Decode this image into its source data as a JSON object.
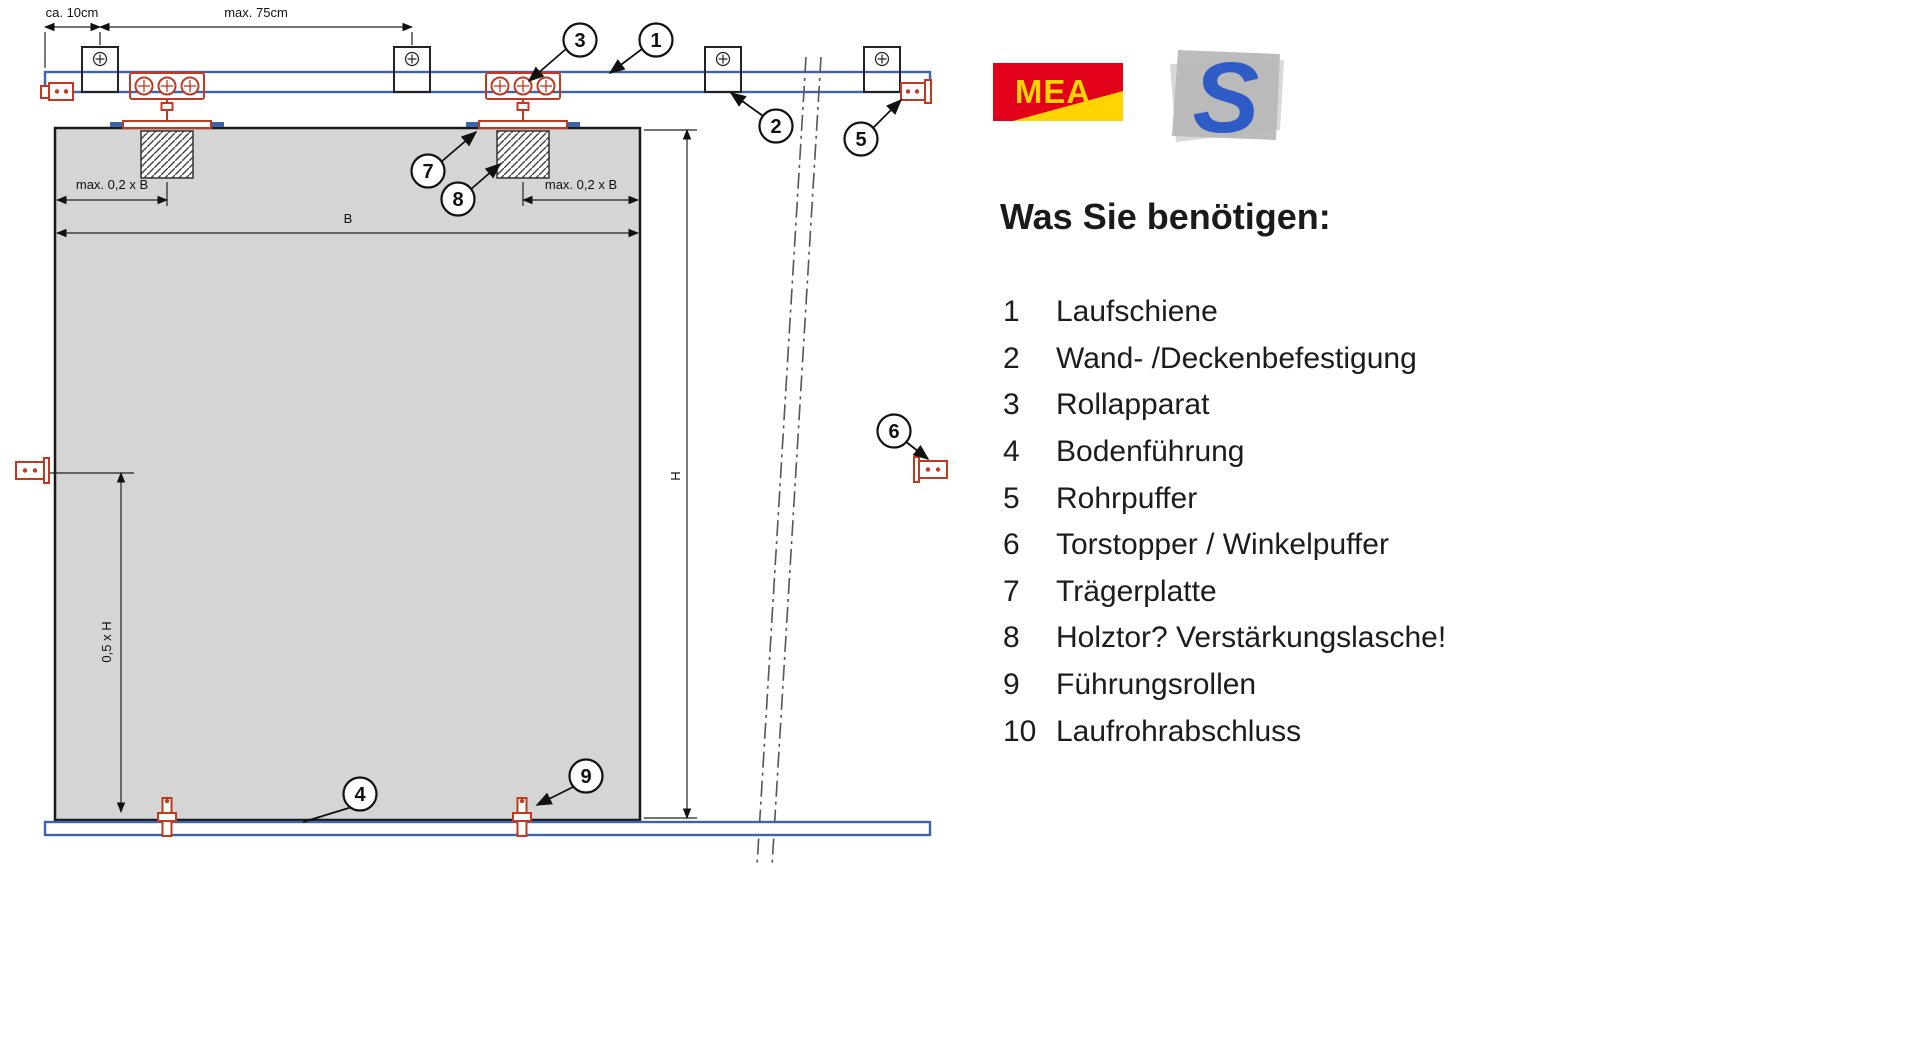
{
  "colors": {
    "rail_blue": "#3f63a8",
    "hardware_red": "#c2391f",
    "door_gray": "#d5d5d5",
    "mea_red": "#e2001a",
    "mea_yellow": "#ffd400",
    "s_blue": "#2e5bc6",
    "s_gray": "#b8b8b8",
    "ink": "#1a1a1a"
  },
  "diagram": {
    "dims": {
      "ca10": "ca. 10cm",
      "max75": "max. 75cm",
      "b02_left": "max. 0,2 x B",
      "b02_right": "max. 0,2 x B",
      "b": "B",
      "h": "H",
      "h05": "0,5 x H"
    },
    "callouts": {
      "c1": "1",
      "c2": "2",
      "c3": "3",
      "c4": "4",
      "c5": "5",
      "c6": "6",
      "c7": "7",
      "c8": "8",
      "c9": "9"
    }
  },
  "logos": {
    "mea": {
      "text": "MEA"
    },
    "s": {
      "text": "S"
    }
  },
  "parts_list": {
    "heading": "Was Sie benötigen:",
    "items": [
      {
        "num": "1",
        "label": "Laufschiene"
      },
      {
        "num": "2",
        "label": "Wand- /Deckenbefestigung"
      },
      {
        "num": "3",
        "label": "Rollapparat"
      },
      {
        "num": "4",
        "label": "Bodenführung"
      },
      {
        "num": "5",
        "label": "Rohrpuffer"
      },
      {
        "num": "6",
        "label": "Torstopper / Winkelpuffer"
      },
      {
        "num": "7",
        "label": "Trägerplatte"
      },
      {
        "num": "8",
        "label": "Holztor?  Verstärkungslasche!"
      },
      {
        "num": "9",
        "label": "Führungsrollen"
      },
      {
        "num": "10",
        "label": "Laufrohrabschluss"
      }
    ]
  }
}
